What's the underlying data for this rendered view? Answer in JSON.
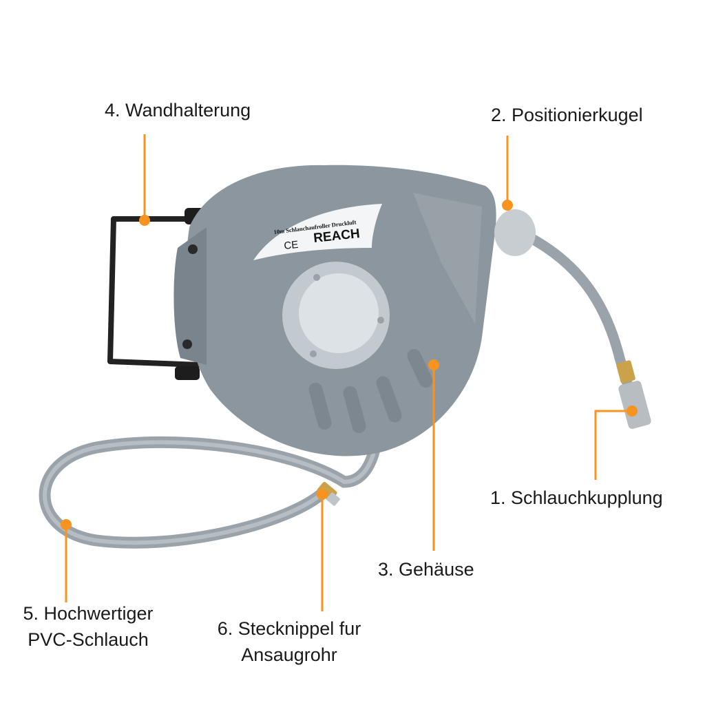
{
  "product": {
    "sticker_line1": "10m Schlauchaufroller Druckluft",
    "sticker_ce": "CE",
    "sticker_brand": "REACH"
  },
  "callouts": [
    {
      "number": "1.",
      "label": "1. Schlauchkupplung"
    },
    {
      "number": "2.",
      "label": "2. Positionierkugel"
    },
    {
      "number": "3.",
      "label": "3. Gehäuse"
    },
    {
      "number": "4.",
      "label": "4. Wandhalterung"
    },
    {
      "number": "5.",
      "label_line1": "5. Hochwertiger",
      "label_line2": "PVC-Schlauch"
    },
    {
      "number": "6.",
      "label_line1": "6. Stecknippel fur",
      "label_line2": "Ansaugrohr"
    }
  ],
  "colors": {
    "accent": "#f7931e",
    "housing": "#8c969e",
    "hose": "#a3acb2",
    "hub": "#d7dde1"
  }
}
